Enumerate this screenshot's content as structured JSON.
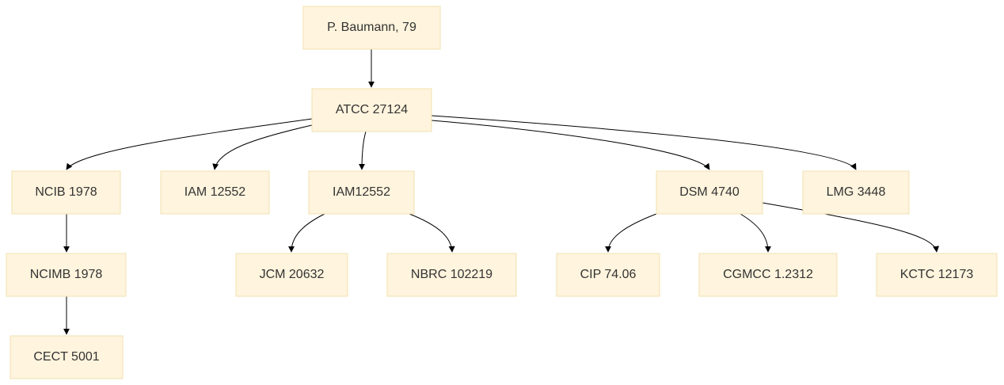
{
  "diagram": {
    "nodes": [
      {
        "id": "n0",
        "label": "P. Baumann, 79"
      },
      {
        "id": "n1",
        "label": "ATCC 27124"
      },
      {
        "id": "n2",
        "label": "NCIB 1978"
      },
      {
        "id": "n3",
        "label": "IAM 12552"
      },
      {
        "id": "n4",
        "label": "IAM12552"
      },
      {
        "id": "n5",
        "label": "DSM 4740"
      },
      {
        "id": "n6",
        "label": "LMG 3448"
      },
      {
        "id": "n7",
        "label": "NCIMB 1978"
      },
      {
        "id": "n8",
        "label": "JCM 20632"
      },
      {
        "id": "n9",
        "label": "NBRC 102219"
      },
      {
        "id": "n10",
        "label": "CIP 74.06"
      },
      {
        "id": "n11",
        "label": "CGMCC 1.2312"
      },
      {
        "id": "n12",
        "label": "KCTC 12173"
      },
      {
        "id": "n13",
        "label": "CECT 5001"
      }
    ],
    "edges": [
      {
        "from": "n0",
        "to": "n1"
      },
      {
        "from": "n1",
        "to": "n2"
      },
      {
        "from": "n1",
        "to": "n3"
      },
      {
        "from": "n1",
        "to": "n4"
      },
      {
        "from": "n1",
        "to": "n5"
      },
      {
        "from": "n1",
        "to": "n6"
      },
      {
        "from": "n2",
        "to": "n7"
      },
      {
        "from": "n7",
        "to": "n13"
      },
      {
        "from": "n4",
        "to": "n8"
      },
      {
        "from": "n4",
        "to": "n9"
      },
      {
        "from": "n5",
        "to": "n10"
      },
      {
        "from": "n5",
        "to": "n11"
      },
      {
        "from": "n5",
        "to": "n12"
      }
    ]
  }
}
